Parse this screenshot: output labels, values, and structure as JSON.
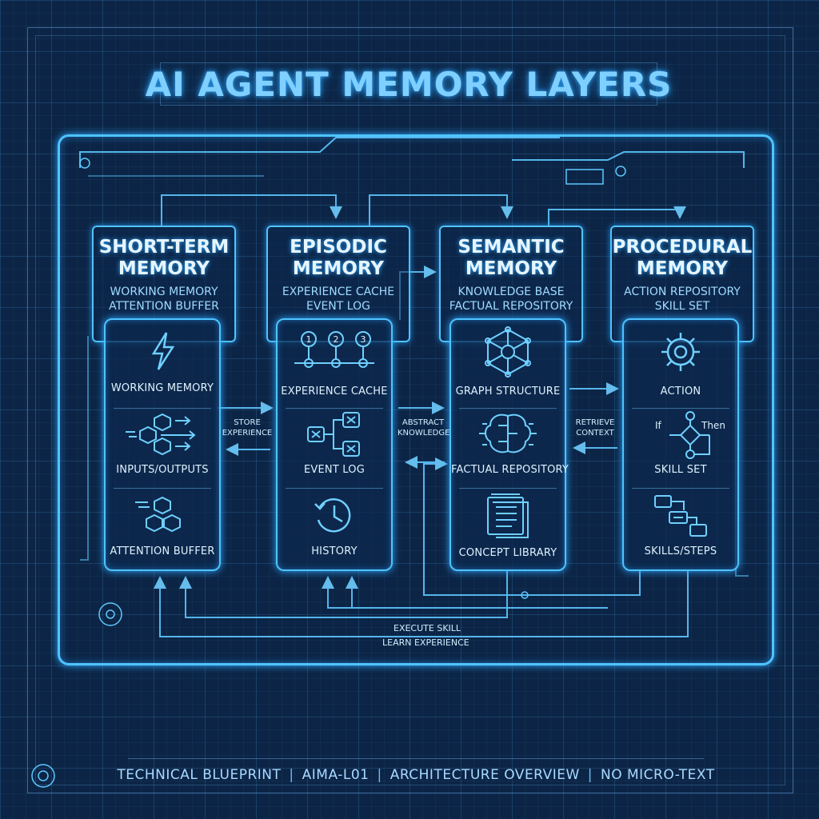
{
  "title": "AI AGENT MEMORY LAYERS",
  "accent_color": "#4fc3ff",
  "background_color": "#0c2546",
  "layers": [
    {
      "title_line1": "SHORT-TERM",
      "title_line2": "MEMORY",
      "subtitle_line1": "WORKING MEMORY",
      "subtitle_line2": "ATTENTION BUFFER",
      "items": [
        {
          "icon": "lightning-icon",
          "label": "WORKING MEMORY"
        },
        {
          "icon": "cubes-flow-icon",
          "label": "INPUTS/OUTPUTS"
        },
        {
          "icon": "cube-stack-icon",
          "label": "ATTENTION BUFFER"
        }
      ]
    },
    {
      "title_line1": "EPISODIC",
      "title_line2": "MEMORY",
      "subtitle_line1": "EXPERIENCE CACHE",
      "subtitle_line2": "EVENT LOG",
      "items": [
        {
          "icon": "timeline-icon",
          "label": "EXPERIENCE CACHE",
          "steps": [
            "1",
            "2",
            "3"
          ]
        },
        {
          "icon": "event-branch-icon",
          "label": "EVENT LOG"
        },
        {
          "icon": "history-clock-icon",
          "label": "HISTORY"
        }
      ]
    },
    {
      "title_line1": "SEMANTIC",
      "title_line2": "MEMORY",
      "subtitle_line1": "KNOWLEDGE BASE",
      "subtitle_line2": "FACTUAL REPOSITORY",
      "items": [
        {
          "icon": "graph-icon",
          "label": "GRAPH STRUCTURE"
        },
        {
          "icon": "brain-icon",
          "label": "FACTUAL REPOSITORY"
        },
        {
          "icon": "book-icon",
          "label": "CONCEPT LIBRARY"
        }
      ]
    },
    {
      "title_line1": "PROCEDURAL",
      "title_line2": "MEMORY",
      "subtitle_line1": "ACTION REPOSITORY",
      "subtitle_line2": "SKILL SET",
      "items": [
        {
          "icon": "gear-icon",
          "label": "ACTION"
        },
        {
          "icon": "flowchart-icon",
          "label": "SKILL SET",
          "if_label": "If",
          "then_label": "Then"
        },
        {
          "icon": "steps-icon",
          "label": "SKILLS/STEPS"
        }
      ]
    }
  ],
  "connectors": [
    {
      "line1": "STORE",
      "line2": "EXPERIENCE"
    },
    {
      "line1": "ABSTRACT",
      "line2": "KNOWLEDGE"
    },
    {
      "line1": "RETRIEVE",
      "line2": "CONTEXT"
    }
  ],
  "bottom_labels": {
    "execute": "EXECUTE SKILL",
    "learn": "LEARN EXPERIENCE"
  },
  "footer": [
    "TECHNICAL BLUEPRINT",
    "AIMA-L01",
    "ARCHITECTURE OVERVIEW",
    "NO MICRO-TEXT"
  ]
}
